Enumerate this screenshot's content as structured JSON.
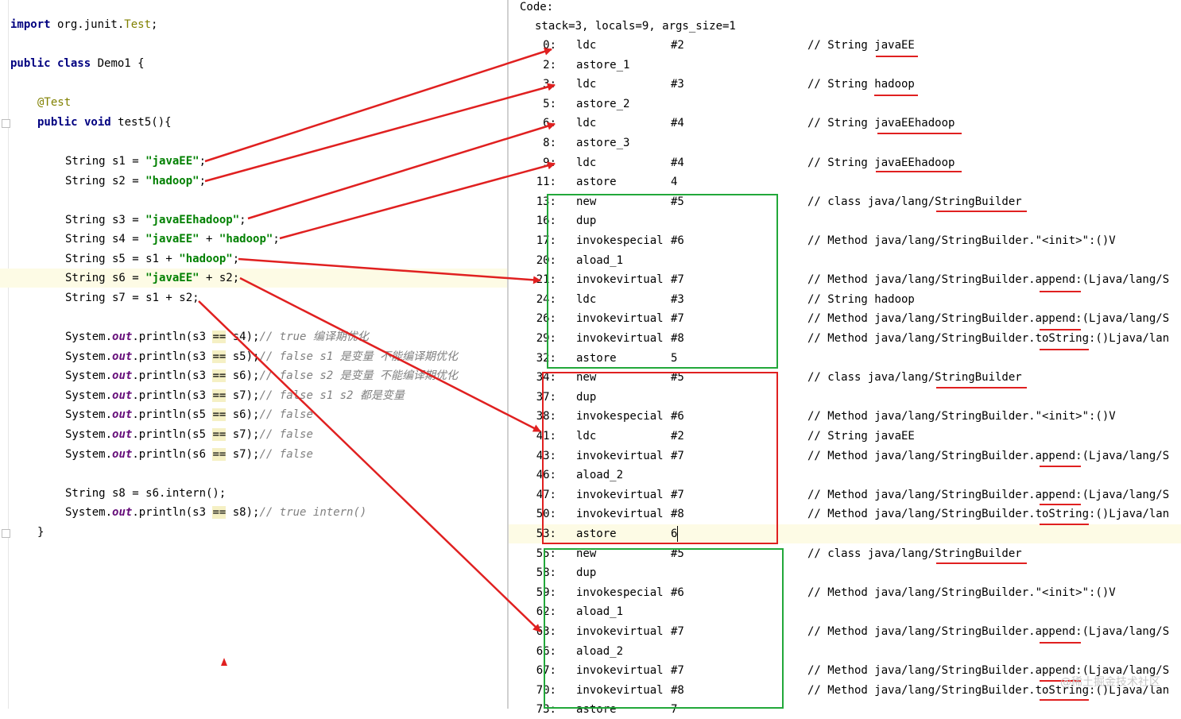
{
  "source": {
    "lines": [
      {
        "id": "import",
        "segments": [
          [
            "kw",
            "import"
          ],
          [
            "pkg",
            " org.junit."
          ],
          [
            "imp-cls",
            "Test"
          ],
          [
            "pkg",
            ";"
          ]
        ]
      },
      {
        "id": "class",
        "segments": [
          [
            "kw",
            "public class"
          ],
          [
            "pkg",
            " Demo1 {"
          ]
        ]
      },
      {
        "id": "annotation",
        "segments": [
          [
            "ann",
            "@Test"
          ]
        ]
      },
      {
        "id": "method",
        "segments": [
          [
            "kw",
            "public void"
          ],
          [
            "pkg",
            " test5(){"
          ]
        ]
      },
      {
        "id": "s1",
        "segments": [
          [
            "pkg",
            "String s1 = "
          ],
          [
            "str",
            "\"javaEE\""
          ],
          [
            "pkg",
            ";"
          ]
        ]
      },
      {
        "id": "s2",
        "segments": [
          [
            "pkg",
            "String s2 = "
          ],
          [
            "str",
            "\"hadoop\""
          ],
          [
            "pkg",
            ";"
          ]
        ]
      },
      {
        "id": "s3",
        "segments": [
          [
            "pkg",
            "String s3 = "
          ],
          [
            "str",
            "\"javaEEhadoop\""
          ],
          [
            "pkg",
            ";"
          ]
        ]
      },
      {
        "id": "s4",
        "segments": [
          [
            "pkg",
            "String s4 = "
          ],
          [
            "str",
            "\"javaEE\""
          ],
          [
            "pkg",
            " + "
          ],
          [
            "str",
            "\"hadoop\""
          ],
          [
            "pkg",
            ";"
          ]
        ]
      },
      {
        "id": "s5",
        "segments": [
          [
            "pkg",
            "String s5 = s1 + "
          ],
          [
            "str",
            "\"hadoop\""
          ],
          [
            "pkg",
            ";"
          ]
        ]
      },
      {
        "id": "s6",
        "segments": [
          [
            "pkg",
            "String s6 = "
          ],
          [
            "str",
            "\"javaEE\""
          ],
          [
            "pkg",
            " + s2;"
          ]
        ]
      },
      {
        "id": "s7",
        "segments": [
          [
            "pkg",
            "String s7 = s1 + s2;"
          ]
        ]
      },
      {
        "id": "p1",
        "segments": [
          [
            "pkg",
            "System."
          ],
          [
            "fld",
            "out"
          ],
          [
            "pkg",
            ".println(s3 "
          ],
          [
            "eqhl",
            "=="
          ],
          [
            "pkg",
            " s4);"
          ],
          [
            "cmt",
            "// true 编译期优化"
          ]
        ]
      },
      {
        "id": "p2",
        "segments": [
          [
            "pkg",
            "System."
          ],
          [
            "fld",
            "out"
          ],
          [
            "pkg",
            ".println(s3 "
          ],
          [
            "eqhl",
            "=="
          ],
          [
            "pkg",
            " s5);"
          ],
          [
            "cmt",
            "// false s1 是变量 不能编译期优化"
          ]
        ]
      },
      {
        "id": "p3",
        "segments": [
          [
            "pkg",
            "System."
          ],
          [
            "fld",
            "out"
          ],
          [
            "pkg",
            ".println(s3 "
          ],
          [
            "eqhl",
            "=="
          ],
          [
            "pkg",
            " s6);"
          ],
          [
            "cmt",
            "// false s2 是变量 不能编译期优化"
          ]
        ]
      },
      {
        "id": "p4",
        "segments": [
          [
            "pkg",
            "System."
          ],
          [
            "fld",
            "out"
          ],
          [
            "pkg",
            ".println(s3 "
          ],
          [
            "eqhl",
            "=="
          ],
          [
            "pkg",
            " s7);"
          ],
          [
            "cmt",
            "// false s1 s2 都是变量"
          ]
        ]
      },
      {
        "id": "p5",
        "segments": [
          [
            "pkg",
            "System."
          ],
          [
            "fld",
            "out"
          ],
          [
            "pkg",
            ".println(s5 "
          ],
          [
            "eqhl",
            "=="
          ],
          [
            "pkg",
            " s6);"
          ],
          [
            "cmt",
            "// false"
          ]
        ]
      },
      {
        "id": "p6",
        "segments": [
          [
            "pkg",
            "System."
          ],
          [
            "fld",
            "out"
          ],
          [
            "pkg",
            ".println(s5 "
          ],
          [
            "eqhl",
            "=="
          ],
          [
            "pkg",
            " s7);"
          ],
          [
            "cmt",
            "// false"
          ]
        ]
      },
      {
        "id": "p7",
        "segments": [
          [
            "pkg",
            "System."
          ],
          [
            "fld",
            "out"
          ],
          [
            "pkg",
            ".println(s6 "
          ],
          [
            "eqhl",
            "=="
          ],
          [
            "pkg",
            " s7);"
          ],
          [
            "cmt",
            "// false"
          ]
        ]
      },
      {
        "id": "s8",
        "segments": [
          [
            "pkg",
            "String s8 = s6.intern();"
          ]
        ]
      },
      {
        "id": "p8",
        "segments": [
          [
            "pkg",
            "System."
          ],
          [
            "fld",
            "out"
          ],
          [
            "pkg",
            ".println(s3 "
          ],
          [
            "eqhl",
            "=="
          ],
          [
            "pkg",
            " s8);"
          ],
          [
            "cmt",
            "// true intern()"
          ]
        ]
      },
      {
        "id": "close",
        "segments": [
          [
            "pkg",
            "}"
          ]
        ]
      }
    ]
  },
  "bytecode": {
    "header": "Code:",
    "stack_info": "stack=3, locals=9, args_size=1",
    "rows": [
      {
        "idx": "0:",
        "op": "ldc",
        "arg": "#2",
        "cmt": "// String javaEE"
      },
      {
        "idx": "2:",
        "op": "astore_1",
        "arg": "",
        "cmt": ""
      },
      {
        "idx": "3:",
        "op": "ldc",
        "arg": "#3",
        "cmt": "// String hadoop"
      },
      {
        "idx": "5:",
        "op": "astore_2",
        "arg": "",
        "cmt": ""
      },
      {
        "idx": "6:",
        "op": "ldc",
        "arg": "#4",
        "cmt": "// String javaEEhadoop"
      },
      {
        "idx": "8:",
        "op": "astore_3",
        "arg": "",
        "cmt": ""
      },
      {
        "idx": "9:",
        "op": "ldc",
        "arg": "#4",
        "cmt": "// String javaEEhadoop"
      },
      {
        "idx": "11:",
        "op": "astore",
        "arg": "4",
        "cmt": ""
      },
      {
        "idx": "13:",
        "op": "new",
        "arg": "#5",
        "cmt": "// class java/lang/StringBuilder"
      },
      {
        "idx": "16:",
        "op": "dup",
        "arg": "",
        "cmt": ""
      },
      {
        "idx": "17:",
        "op": "invokespecial",
        "arg": "#6",
        "cmt": "// Method java/lang/StringBuilder.\"<init>\":()V"
      },
      {
        "idx": "20:",
        "op": "aload_1",
        "arg": "",
        "cmt": ""
      },
      {
        "idx": "21:",
        "op": "invokevirtual",
        "arg": "#7",
        "cmt": "// Method java/lang/StringBuilder.append:(Ljava/lang/S"
      },
      {
        "idx": "24:",
        "op": "ldc",
        "arg": "#3",
        "cmt": "// String hadoop"
      },
      {
        "idx": "26:",
        "op": "invokevirtual",
        "arg": "#7",
        "cmt": "// Method java/lang/StringBuilder.append:(Ljava/lang/S"
      },
      {
        "idx": "29:",
        "op": "invokevirtual",
        "arg": "#8",
        "cmt": "// Method java/lang/StringBuilder.toString:()Ljava/lan"
      },
      {
        "idx": "32:",
        "op": "astore",
        "arg": "5",
        "cmt": ""
      },
      {
        "idx": "34:",
        "op": "new",
        "arg": "#5",
        "cmt": "// class java/lang/StringBuilder"
      },
      {
        "idx": "37:",
        "op": "dup",
        "arg": "",
        "cmt": ""
      },
      {
        "idx": "38:",
        "op": "invokespecial",
        "arg": "#6",
        "cmt": "// Method java/lang/StringBuilder.\"<init>\":()V"
      },
      {
        "idx": "41:",
        "op": "ldc",
        "arg": "#2",
        "cmt": "// String javaEE"
      },
      {
        "idx": "43:",
        "op": "invokevirtual",
        "arg": "#7",
        "cmt": "// Method java/lang/StringBuilder.append:(Ljava/lang/S"
      },
      {
        "idx": "46:",
        "op": "aload_2",
        "arg": "",
        "cmt": ""
      },
      {
        "idx": "47:",
        "op": "invokevirtual",
        "arg": "#7",
        "cmt": "// Method java/lang/StringBuilder.append:(Ljava/lang/S"
      },
      {
        "idx": "50:",
        "op": "invokevirtual",
        "arg": "#8",
        "cmt": "// Method java/lang/StringBuilder.toString:()Ljava/lan"
      },
      {
        "idx": "53:",
        "op": "astore",
        "arg": "6",
        "cmt": ""
      },
      {
        "idx": "55:",
        "op": "new",
        "arg": "#5",
        "cmt": "// class java/lang/StringBuilder"
      },
      {
        "idx": "58:",
        "op": "dup",
        "arg": "",
        "cmt": ""
      },
      {
        "idx": "59:",
        "op": "invokespecial",
        "arg": "#6",
        "cmt": "// Method java/lang/StringBuilder.\"<init>\":()V"
      },
      {
        "idx": "62:",
        "op": "aload_1",
        "arg": "",
        "cmt": ""
      },
      {
        "idx": "63:",
        "op": "invokevirtual",
        "arg": "#7",
        "cmt": "// Method java/lang/StringBuilder.append:(Ljava/lang/S"
      },
      {
        "idx": "66:",
        "op": "aload_2",
        "arg": "",
        "cmt": ""
      },
      {
        "idx": "67:",
        "op": "invokevirtual",
        "arg": "#7",
        "cmt": "// Method java/lang/StringBuilder.append:(Ljava/lang/S"
      },
      {
        "idx": "70:",
        "op": "invokevirtual",
        "arg": "#8",
        "cmt": "// Method java/lang/StringBuilder.toString:()Ljava/lan"
      },
      {
        "idx": "73:",
        "op": "astore",
        "arg": "7",
        "cmt": ""
      }
    ]
  },
  "watermark": "@稀土掘金技术社区",
  "colors": {
    "arrow": "#e02020",
    "green_box": "#22a83a",
    "red_box": "#e02020"
  }
}
